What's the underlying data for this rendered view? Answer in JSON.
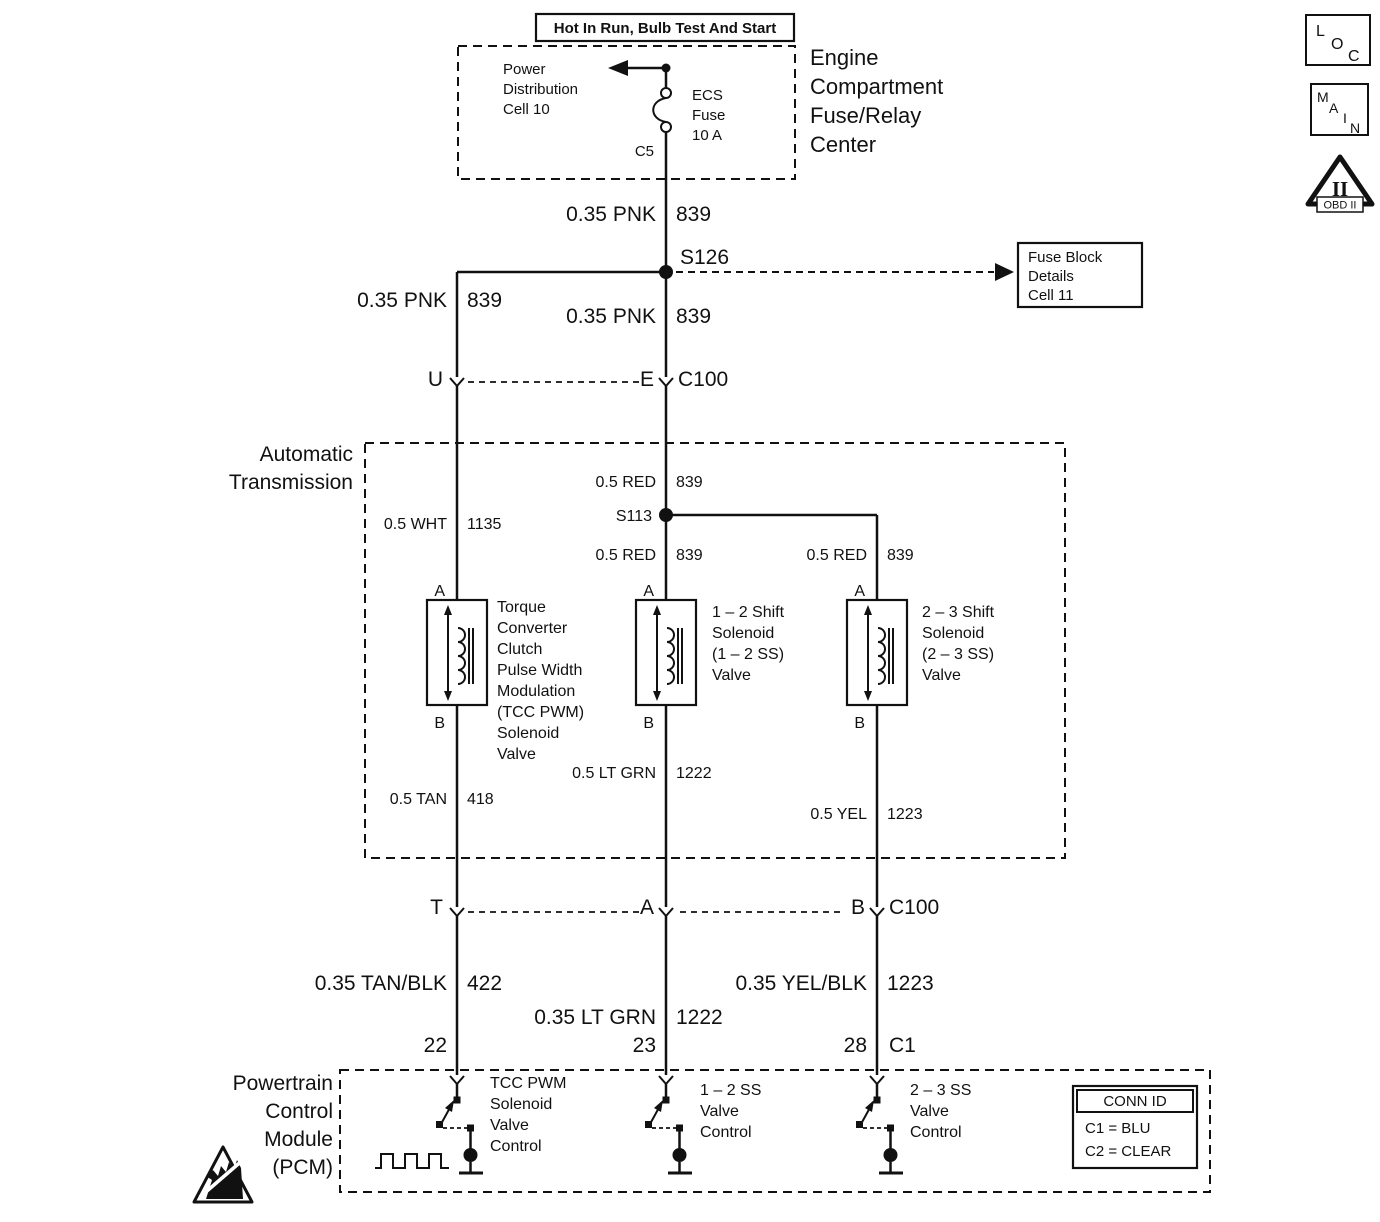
{
  "badges": {
    "loc": {
      "letters": [
        "L",
        "O",
        "C"
      ]
    },
    "main": {
      "letters": [
        "M",
        "A",
        "I",
        "N"
      ]
    },
    "obd": {
      "numeral": "II",
      "caption": "OBD II"
    }
  },
  "power_feed": {
    "hot_strip": "Hot In Run, Bulb Test And Start",
    "center_name": {
      "lines": [
        "Engine",
        "Compartment",
        "Fuse/Relay",
        "Center"
      ]
    },
    "power_distribution": {
      "lines": [
        "Power",
        "Distribution",
        "Cell 10"
      ]
    },
    "fuse": {
      "lines": [
        "ECS",
        "Fuse",
        "10 A"
      ],
      "pin": "C5"
    }
  },
  "fuse_block_details": {
    "lines": [
      "Fuse Block",
      "Details",
      "Cell 11"
    ]
  },
  "splices": {
    "s126": "S126",
    "s113": "S113"
  },
  "connectors": {
    "c100_top": {
      "pin_left": "U",
      "pin_center": "E",
      "name": "C100"
    },
    "c100_bottom": {
      "pin_left": "T",
      "pin_center": "A",
      "pin_right": "B",
      "name": "C100"
    },
    "c1": {
      "pin_left": "22",
      "pin_center": "23",
      "pin_right": "28",
      "name": "C1"
    }
  },
  "wires": {
    "pnk_feed": {
      "gauge_color": "0.35 PNK",
      "circuit": "839"
    },
    "pnk_branch_left": {
      "gauge_color": "0.35 PNK",
      "circuit": "839"
    },
    "pnk_branch_center": {
      "gauge_color": "0.35 PNK",
      "circuit": "839"
    },
    "red_feed": {
      "gauge_color": "0.5 RED",
      "circuit": "839"
    },
    "red_branch_center": {
      "gauge_color": "0.5 RED",
      "circuit": "839"
    },
    "red_branch_right": {
      "gauge_color": "0.5 RED",
      "circuit": "839"
    },
    "wht_left": {
      "gauge_color": "0.5 WHT",
      "circuit": "1135"
    },
    "tan_left": {
      "gauge_color": "0.5 TAN",
      "circuit": "418"
    },
    "ltgrn_center": {
      "gauge_color": "0.5 LT GRN",
      "circuit": "1222"
    },
    "yel_right": {
      "gauge_color": "0.5 YEL",
      "circuit": "1223"
    },
    "tanblk_left": {
      "gauge_color": "0.35 TAN/BLK",
      "circuit": "422"
    },
    "ltgrn2_center": {
      "gauge_color": "0.35 LT GRN",
      "circuit": "1222"
    },
    "yelblk_right": {
      "gauge_color": "0.35 YEL/BLK",
      "circuit": "1223"
    }
  },
  "transmission": {
    "name_lines": [
      "Automatic",
      "Transmission"
    ],
    "solenoids": [
      {
        "pin_top": "A",
        "pin_bottom": "B",
        "name_lines": [
          "Torque",
          "Converter",
          "Clutch",
          "Pulse Width",
          "Modulation",
          "(TCC PWM)",
          "Solenoid",
          "Valve"
        ]
      },
      {
        "pin_top": "A",
        "pin_bottom": "B",
        "name_lines": [
          "1 – 2 Shift",
          "Solenoid",
          "(1 – 2 SS)",
          "Valve"
        ]
      },
      {
        "pin_top": "A",
        "pin_bottom": "B",
        "name_lines": [
          "2 – 3 Shift",
          "Solenoid",
          "(2 – 3 SS)",
          "Valve"
        ]
      }
    ]
  },
  "pcm": {
    "name_lines": [
      "Powertrain",
      "Control",
      "Module",
      "(PCM)"
    ],
    "drivers": [
      {
        "name_lines": [
          "TCC PWM",
          "Solenoid",
          "Valve",
          "Control"
        ]
      },
      {
        "name_lines": [
          "1 – 2 SS",
          "Valve",
          "Control"
        ]
      },
      {
        "name_lines": [
          "2 – 3 SS",
          "Valve",
          "Control"
        ]
      }
    ],
    "conn_id": {
      "title": "CONN ID",
      "rows": [
        "C1  =  BLU",
        "C2  =  CLEAR"
      ]
    }
  }
}
